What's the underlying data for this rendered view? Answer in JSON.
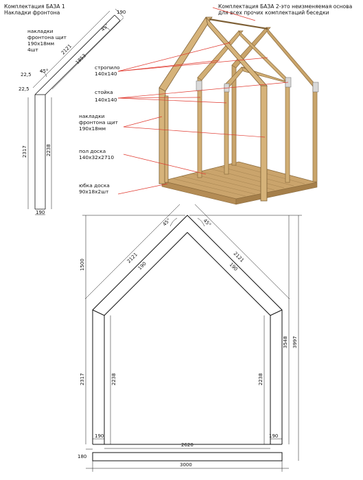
{
  "header_left": {
    "line1": "Комплектация БАЗА 1",
    "line2": "Накладки фронтона"
  },
  "header_right": {
    "line1": "Комплектация БАЗА 2-это неизменяемая основа",
    "line2": "для всех прочих комплектаций беседки"
  },
  "small_part": {
    "label_lines": [
      "накладки",
      "фронтона щит",
      "190x18мм",
      "4шт"
    ],
    "dims": {
      "top": "190",
      "angle_top": "45°",
      "slant_outer": "2121",
      "slant_inner": "1853",
      "d225a": "22,5",
      "angle_mid": "45°",
      "d225b": "22,5",
      "leg_outer": "2317",
      "leg_inner": "2238",
      "bottom": "190"
    }
  },
  "callouts": [
    {
      "line1": "стропило",
      "line2": "140x140"
    },
    {
      "line1": "стойка",
      "line2": "140x140"
    },
    {
      "line1": "накладки",
      "line2": "фронтона щит",
      "line3": "190x18мм"
    },
    {
      "line1": "пол доска",
      "line2": "140x32x2710"
    },
    {
      "line1": "юбка доска",
      "line2": "90x18x2шт"
    }
  ],
  "main_dims": {
    "angle_left": "45°",
    "angle_right": "45°",
    "slant_left": "2121",
    "slant_left_w": "190",
    "slant_right": "2121",
    "slant_right_w": "190",
    "height_roof": "1500",
    "wall_outer": "2317",
    "wall_inner_l": "2238",
    "wall_inner_r": "2238",
    "height_side": "3548",
    "height_total": "3997",
    "post_l": "190",
    "inner_width": "2620",
    "post_r": "190",
    "base_h": "180",
    "total_width": "3000"
  },
  "colors": {
    "wood": "#c9a46a",
    "wood_dark": "#9b7542",
    "callout": "#e0382e"
  }
}
